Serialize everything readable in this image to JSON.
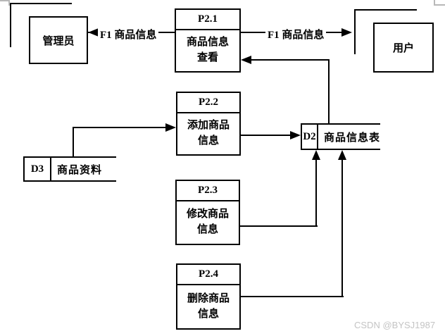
{
  "entities": {
    "admin": "管理员",
    "user": "用户"
  },
  "processes": [
    {
      "id": "P2.1",
      "line1": "商品信息",
      "line2": "查看"
    },
    {
      "id": "P2.2",
      "line1": "添加商品",
      "line2": "信息"
    },
    {
      "id": "P2.3",
      "line1": "修改商品",
      "line2": "信息"
    },
    {
      "id": "P2.4",
      "line1": "删除商品",
      "line2": "信息"
    }
  ],
  "datastores": [
    {
      "id": "D2",
      "label": "商品信息表"
    },
    {
      "id": "D3",
      "label": "商品资料"
    }
  ],
  "flow_labels": {
    "to_admin": "F1 商品信息",
    "to_user": "F1 商品信息"
  },
  "watermark": "CSDN @BYSJ1987",
  "colors": {
    "line": "#000000",
    "background": "#ffffff",
    "watermark": "#c4c4c4"
  }
}
